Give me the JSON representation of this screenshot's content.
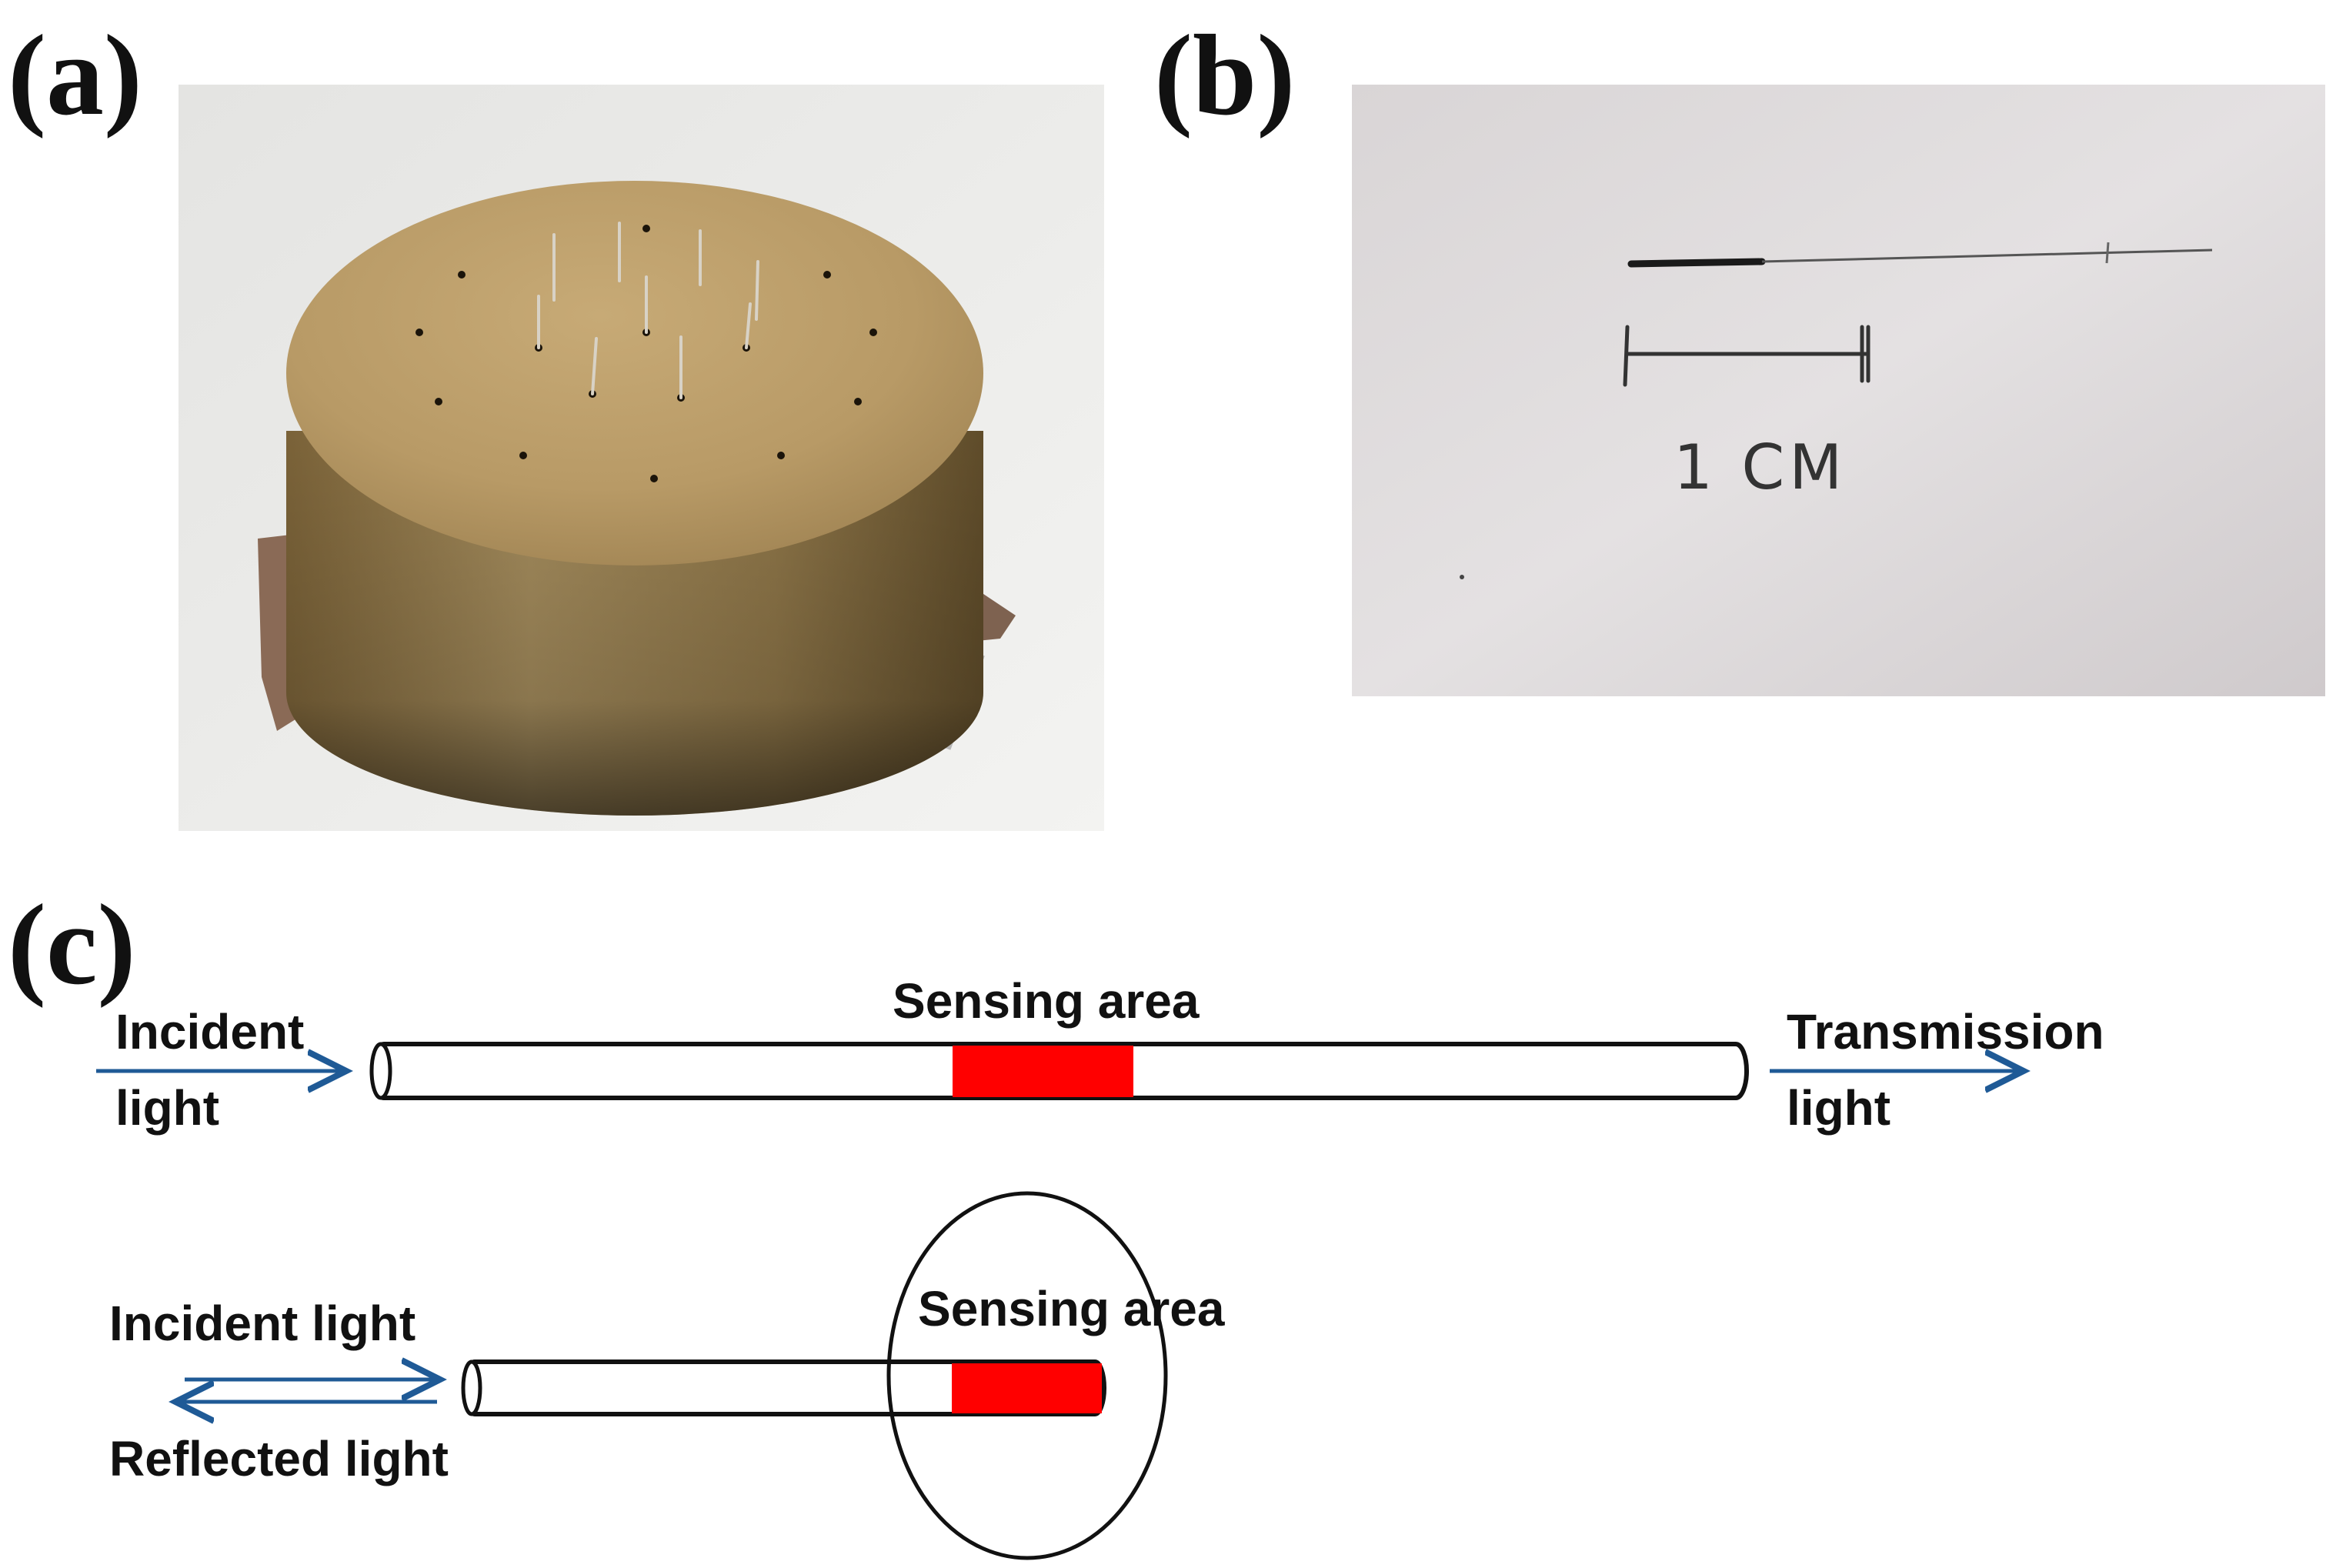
{
  "panels": {
    "a": {
      "label": "(a)"
    },
    "b": {
      "label": "(b)",
      "scale_text": "1 CM"
    },
    "c": {
      "label": "(c)",
      "transmission": {
        "incident_line1": "Incident",
        "incident_line2": "light",
        "sensing_label": "Sensing area",
        "transmission_line1": "Transmission",
        "transmission_line2": "light"
      },
      "reflection": {
        "incident_label": "Incident light",
        "reflected_label": "Reflected light",
        "sensing_label": "Sensing area"
      }
    }
  },
  "colors": {
    "sensing_area": "#ff0000",
    "arrow": "#1f5a96",
    "outline": "#111111",
    "brass": "#a8905f",
    "paper": "#e2dfdf"
  },
  "icons": {
    "fiber_transmission": "fiber-tube",
    "fiber_reflection": "fiber-tube",
    "highlight": "ellipse"
  }
}
